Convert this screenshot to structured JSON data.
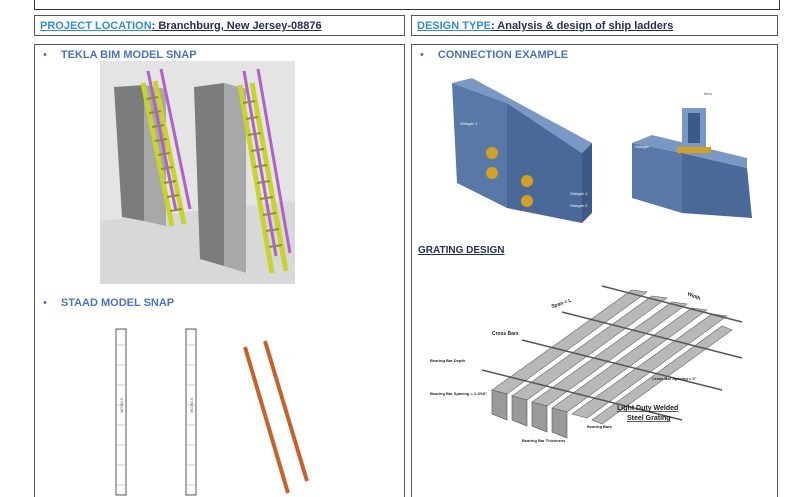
{
  "header": {
    "project_location_label": "PROJECT LOCATION",
    "project_location_value": ": Branchburg, New Jersey-08876",
    "design_type_label": "DESIGN TYPE",
    "design_type_value": ": Analysis & design of ship ladders"
  },
  "left": {
    "tekla_title": "TEKLA BIM MODEL SNAP",
    "staad_title": "STAAD MODEL SNAP",
    "member_label": "MCM4.5"
  },
  "right": {
    "connection_title": "CONNECTION EXAMPLE",
    "grating_title": "GRATING DESIGN",
    "conn_labels": [
      "Stringer 1",
      "Stringer 1",
      "Stringer 2",
      "Stringer",
      "Item"
    ],
    "grating_labels": {
      "span": "Span = L",
      "width": "Width",
      "cross_bars": "Cross Bars",
      "bearing_bar_depth": "Bearing Bar Depth",
      "bearing_bar_spacing": "Bearing Bar Spacing = 1-3/16\"",
      "cross_bar_spacing": "Cross Bar Spacing = 4\"",
      "bearing_bars": "Bearing Bars",
      "bearing_bar_thickness": "Bearing Bar Thickness",
      "caption_line1": "Light Duty Welded",
      "caption_line2": "Steel Grating"
    }
  }
}
